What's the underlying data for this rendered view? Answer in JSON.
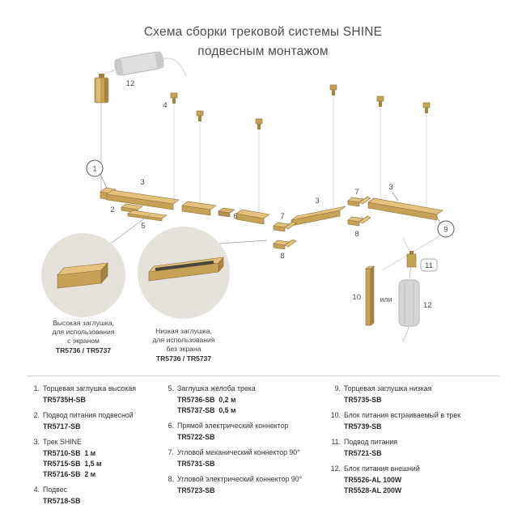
{
  "title": {
    "line1": "Схема сборки трековой системы SHINE",
    "line2": "подвесным монтажом"
  },
  "diagram": {
    "callouts": [
      "1",
      "2",
      "3",
      "4",
      "5",
      "6",
      "7",
      "8",
      "9",
      "10",
      "11",
      "12"
    ],
    "or_label": "или",
    "inset_high": {
      "line1": "Высокая заглушка,",
      "line2": "для использования",
      "line3": "с экраном",
      "line4": "TR5736 / TR5737"
    },
    "inset_low": {
      "line1": "Низкая заглушка,",
      "line2": "для использования",
      "line3": "без экрана",
      "line4": "TR5736 / TR5737"
    }
  },
  "legend": {
    "columns": [
      {
        "items": [
          {
            "num": "1.",
            "name": "Торцевая заглушка высокая",
            "codes": [
              "TR5735H-SB"
            ]
          },
          {
            "num": "2.",
            "name": "Подвод питания подвесной",
            "codes": [
              "TR5717-SB"
            ]
          },
          {
            "num": "3.",
            "name": "Трек SHINE",
            "codes": [
              "TR5710-SB  1 м",
              "TR5715-SB  1,5 м",
              "TR5716-SB  2 м"
            ]
          },
          {
            "num": "4.",
            "name": "Подвес",
            "codes": [
              "TR5718-SB"
            ]
          }
        ]
      },
      {
        "items": [
          {
            "num": "5.",
            "name": "Заглушка желоба трека",
            "codes": [
              "TR5736-SB  0,2 м",
              "TR5737-SB  0,5 м"
            ]
          },
          {
            "num": "6.",
            "name": "Прямой электрический коннектор",
            "codes": [
              "TR5722-SB"
            ]
          },
          {
            "num": "7.",
            "name": "Угловой механический коннектор 90°",
            "codes": [
              "TR5731-SB"
            ]
          },
          {
            "num": "8.",
            "name": "Угловой электрический коннектор 90°",
            "codes": [
              "TR5723-SB"
            ]
          }
        ]
      },
      {
        "items": [
          {
            "num": "9.",
            "name": "Торцевая заглушка низкая",
            "codes": [
              "TR5735-SB"
            ]
          },
          {
            "num": "10.",
            "name": "Блок питания встраиваемый в трек",
            "codes": [
              "TR5739-SB"
            ]
          },
          {
            "num": "11.",
            "name": "Подвод питания",
            "codes": [
              "TR5721-SB"
            ]
          },
          {
            "num": "12.",
            "name": "Блок питания внешний",
            "codes": [
              "TR5526-AL 100W",
              "TR5528-AL 200W"
            ]
          }
        ]
      }
    ]
  },
  "colors": {
    "gold": "#C6A257",
    "gold_light": "#E3C27E",
    "gold_dark": "#A58441",
    "inset_bg": "#E5E2DC"
  }
}
